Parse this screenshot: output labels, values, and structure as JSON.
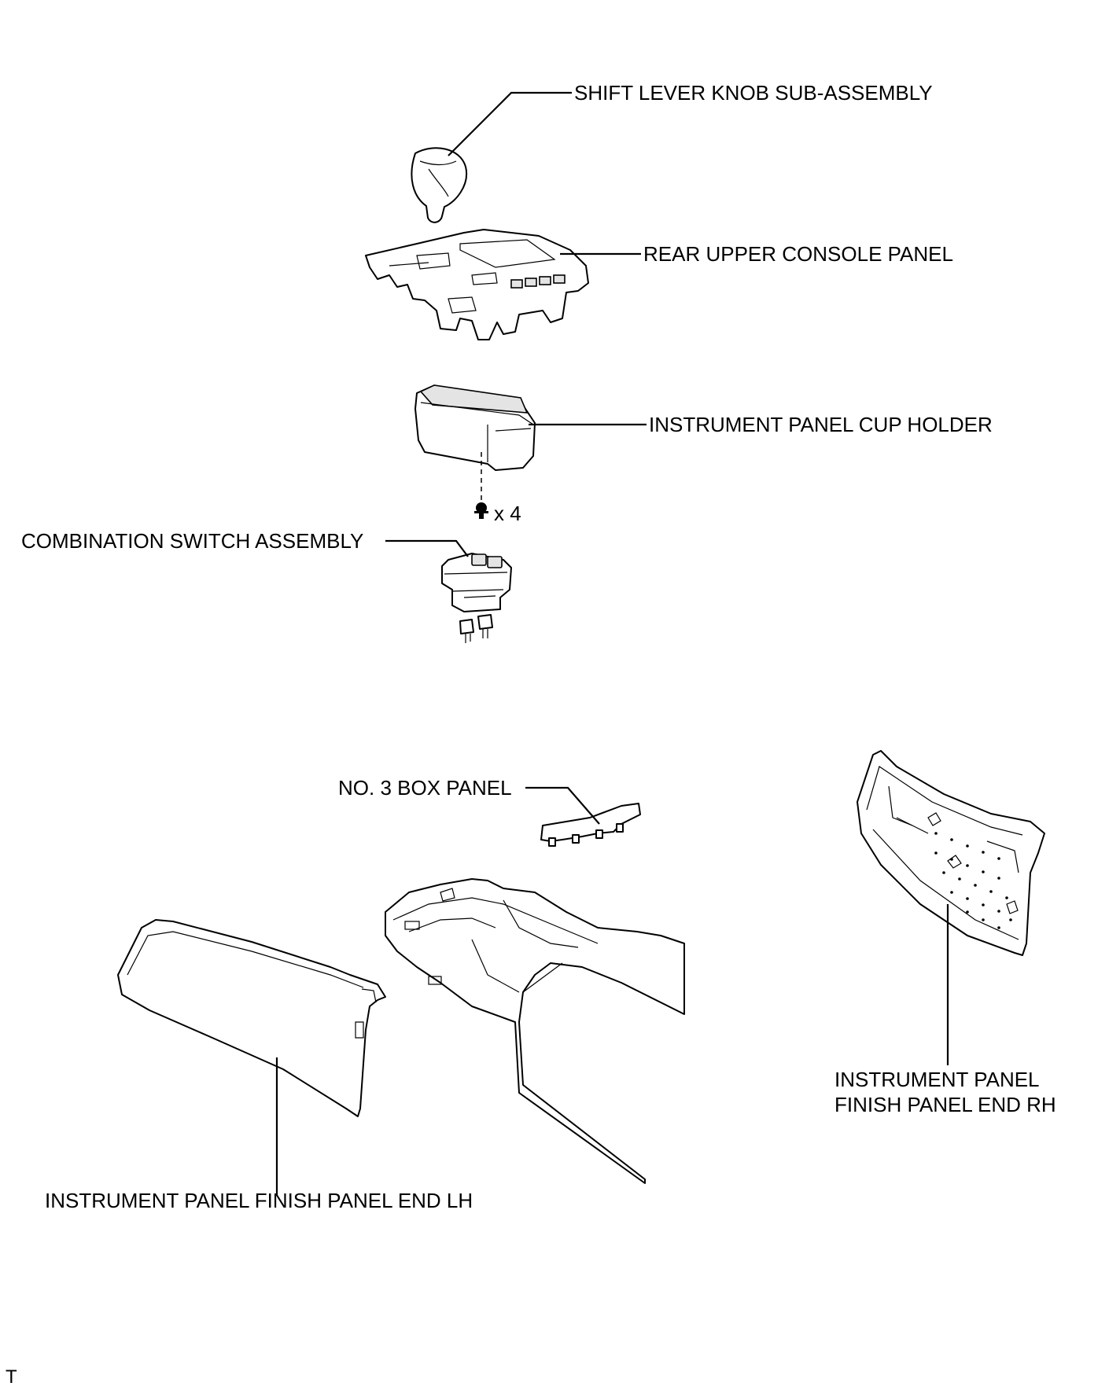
{
  "labels": {
    "shift_lever_knob": "SHIFT LEVER KNOB SUB-ASSEMBLY",
    "rear_upper_console_panel": "REAR UPPER CONSOLE PANEL",
    "cup_holder": "INSTRUMENT PANEL CUP HOLDER",
    "screw_count": "x 4",
    "combination_switch": "COMBINATION SWITCH ASSEMBLY",
    "no3_box_panel": "NO. 3 BOX PANEL",
    "finish_panel_rh_line1": "INSTRUMENT PANEL",
    "finish_panel_rh_line2": "FINISH PANEL END RH",
    "finish_panel_lh": "INSTRUMENT PANEL FINISH PANEL END LH",
    "corner_mark": "T"
  }
}
